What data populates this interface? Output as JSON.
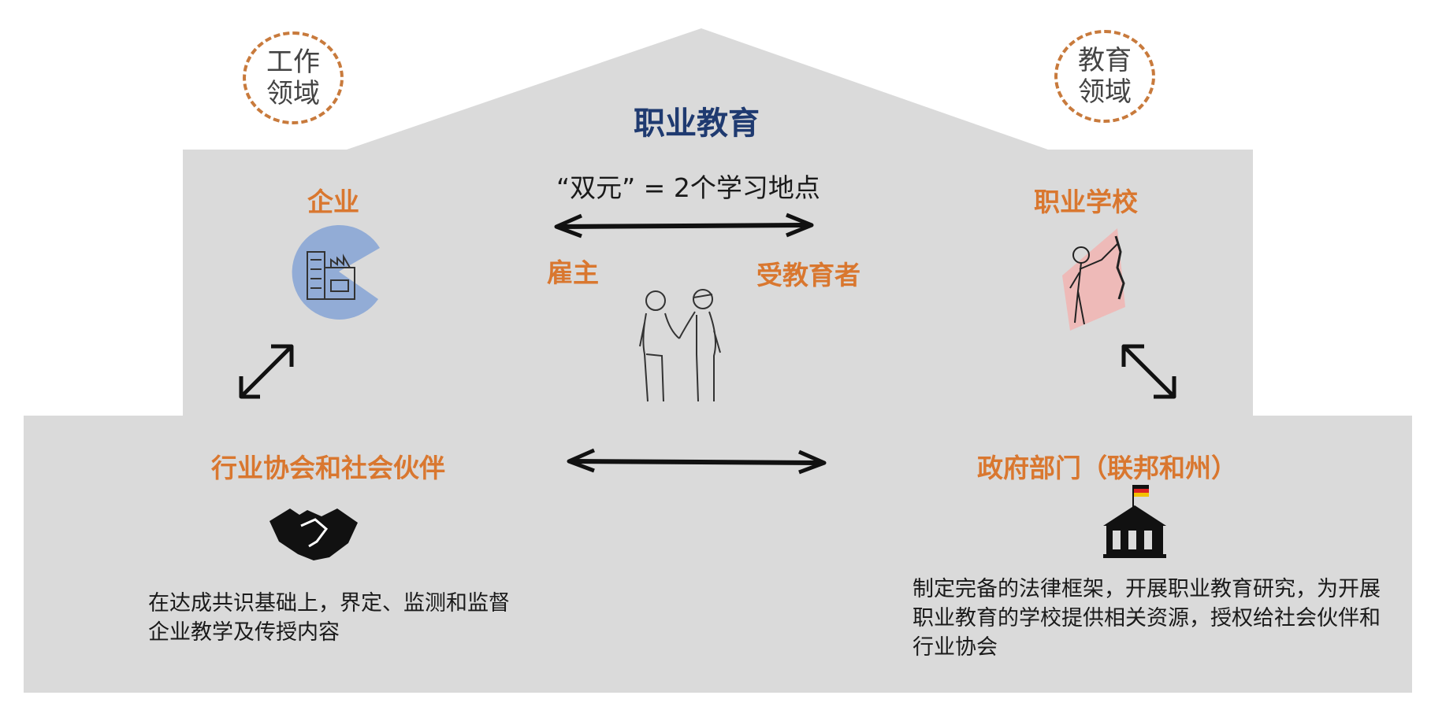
{
  "domains": {
    "work": [
      "工作",
      "领域"
    ],
    "education": [
      "教育",
      "领域"
    ]
  },
  "title": "职业教育",
  "dual_label": "“双元” = 2个学习地点",
  "employer_label": "雇主",
  "trainee_label": "受教育者",
  "company": {
    "label": "企业",
    "icon": "factory-icon",
    "color": "#92acd6"
  },
  "school": {
    "label": "职业学校",
    "icon": "teacher-icon",
    "color": "#f0b6b4"
  },
  "associations": {
    "label": "行业协会和社会伙伴",
    "icon": "handshake-icon",
    "description": "在达成共识基础上，界定、监测和监督企业教学及传授内容"
  },
  "government": {
    "label": "政府部门（联邦和州）",
    "icon": "government-building-icon",
    "description": "制定完备的法律框架，开展职业教育研究，为开展职业教育的学校提供相关资源，授权给社会伙伴和行业协会"
  },
  "colors": {
    "house": "#dadada",
    "accent": "#d9772f",
    "title": "#1f3a70"
  }
}
